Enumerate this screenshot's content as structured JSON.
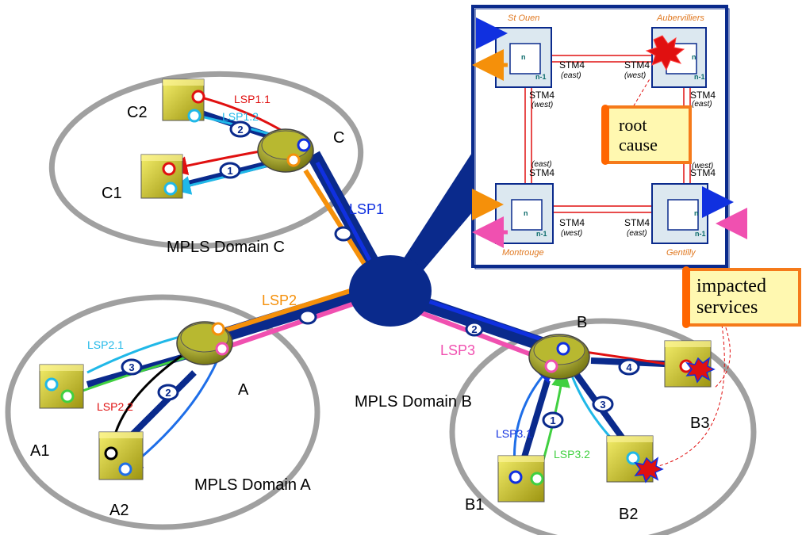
{
  "domains": {
    "a": "MPLS Domain A",
    "b": "MPLS Domain B",
    "c": "MPLS Domain C"
  },
  "nodes": {
    "a": "A",
    "b": "B",
    "c": "C",
    "a1": "A1",
    "a2": "A2",
    "b1": "B1",
    "b2": "B2",
    "b3": "B3",
    "c1": "C1",
    "c2": "C2"
  },
  "lsps": {
    "lsp1": "LSP1",
    "lsp2": "LSP2",
    "lsp3": "LSP3",
    "lsp1_1": "LSP1.1",
    "lsp1_2": "LSP1.2",
    "lsp2_1": "LSP2.1",
    "lsp2_2": "LSP2.2",
    "lsp3_1": "LSP3.1",
    "lsp3_2": "LSP3.2"
  },
  "link_numbers": {
    "one": "1",
    "two": "2",
    "three": "3",
    "four": "4"
  },
  "callouts": {
    "root_line1": "root",
    "root_line2": "cause",
    "impact_line1": "impacted",
    "impact_line2": "services"
  },
  "sdh_ring": {
    "sites": {
      "st_ouen": "St Ouen",
      "aubervilliers": "Aubervilliers",
      "montrouge": "Montrouge",
      "gentilly": "Gentilly"
    },
    "stm": "STM4",
    "dir_east": "(east)",
    "dir_west": "(west)",
    "n": "n",
    "n_minus": "n-1"
  },
  "colors": {
    "navy": "#0a2a8c",
    "blue": "#1030e0",
    "orange": "#f5900a",
    "pink": "#f050b0",
    "red": "#e01010",
    "cyan": "#20b8e8",
    "green": "#40d040",
    "gray": "#909090",
    "olive": "#c8c020",
    "sitecolor": "#e07820"
  }
}
